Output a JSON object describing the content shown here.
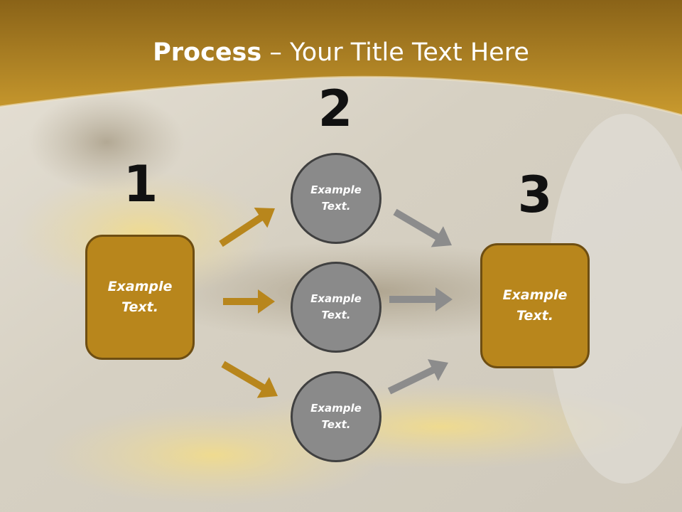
{
  "title": {
    "bold": "Process",
    "rest": " – Your Title Text Here"
  },
  "steps": [
    {
      "number": "1",
      "label": "Example\nText."
    },
    {
      "number": "2",
      "label": "Example\nText."
    },
    {
      "number": "3",
      "label": "Example\nText."
    }
  ],
  "middle_nodes": [
    {
      "label": "Example\nText."
    },
    {
      "label": "Example\nText."
    },
    {
      "label": "Example\nText."
    }
  ],
  "colors": {
    "header": "#b9841f",
    "box_fill": "#b8861c",
    "circle_fill": "#8a8a8a",
    "arrow_gold": "#b8861c",
    "arrow_gray": "#8c8c8c"
  }
}
